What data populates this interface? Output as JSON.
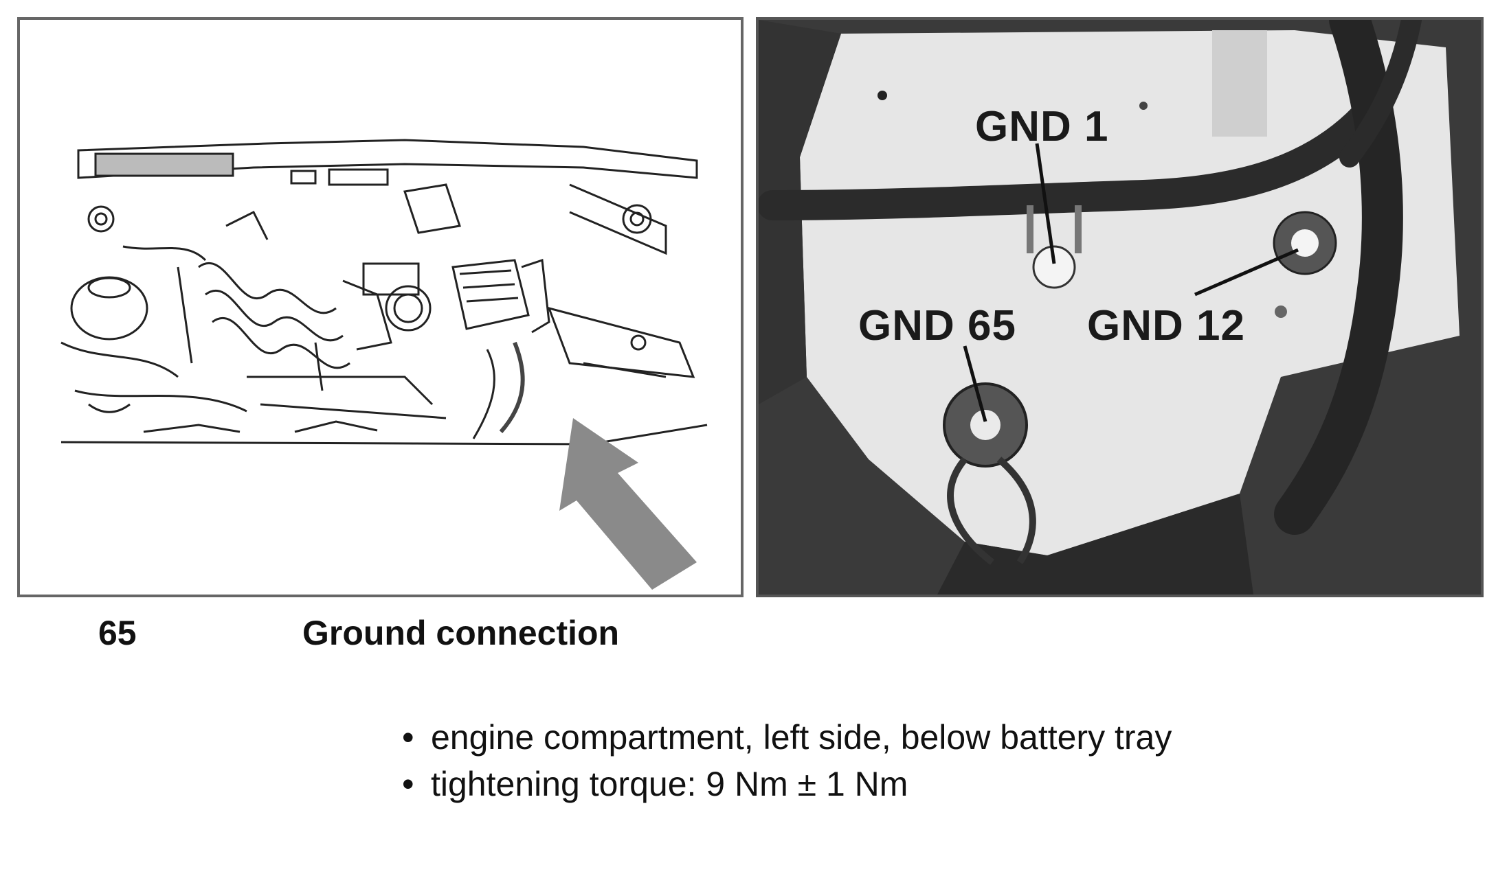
{
  "figure": {
    "labels": {
      "gnd1": "GND 1",
      "gnd65": "GND 65",
      "gnd12": "GND 12"
    }
  },
  "caption": {
    "number": "65",
    "title": "Ground connection"
  },
  "details": [
    {
      "bullet": "•",
      "text": "engine compartment, left side, below battery tray"
    },
    {
      "bullet": "•",
      "text": "tightening torque: 9 Nm ± 1 Nm"
    }
  ],
  "colors": {
    "arrow": "#8a8a8a",
    "photo_background": "#3a3a3a"
  }
}
